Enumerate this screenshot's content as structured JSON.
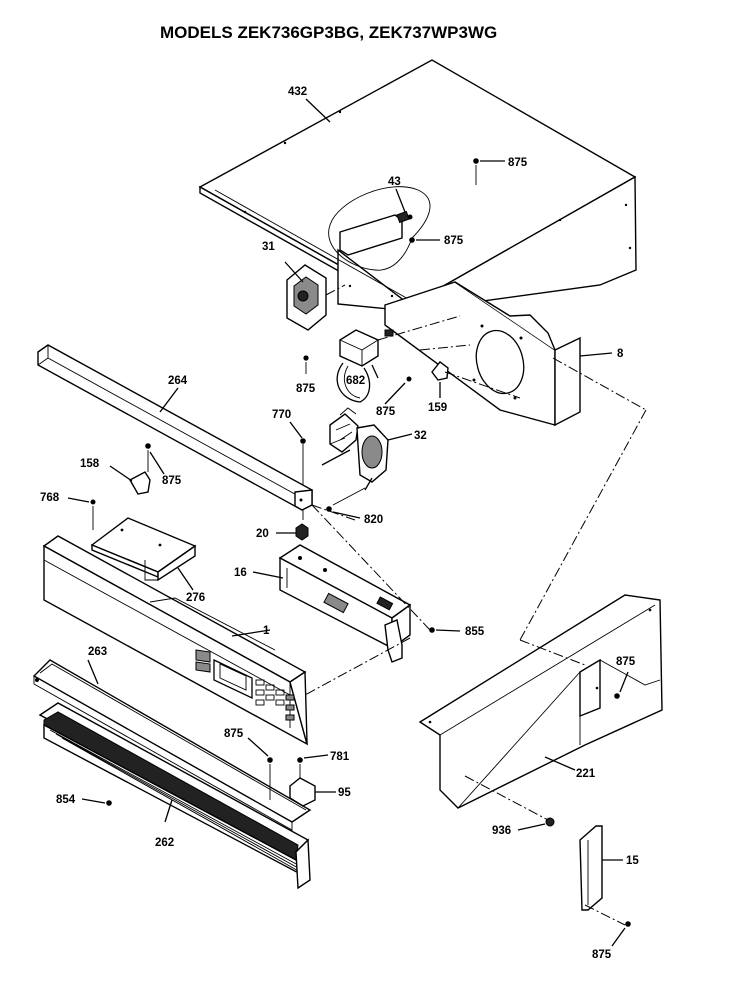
{
  "title": "MODELS ZEK736GP3BG, ZEK737WP3WG",
  "callouts": {
    "p432": "432",
    "p875_top": "875",
    "p43": "43",
    "p875_43": "875",
    "p31": "31",
    "p8": "8",
    "p264": "264",
    "p875_a": "875",
    "p682": "682",
    "p875_b": "875",
    "p159": "159",
    "p770": "770",
    "p32": "32",
    "p158": "158",
    "p875_c": "875",
    "p768": "768",
    "p820": "820",
    "p20": "20",
    "p16": "16",
    "p276": "276",
    "p855": "855",
    "p1": "1",
    "p263": "263",
    "p875_right": "875",
    "p875_d": "875",
    "p781": "781",
    "p95": "95",
    "p854": "854",
    "p221": "221",
    "p936": "936",
    "p262": "262",
    "p15": "15",
    "p875_bottom": "875"
  }
}
